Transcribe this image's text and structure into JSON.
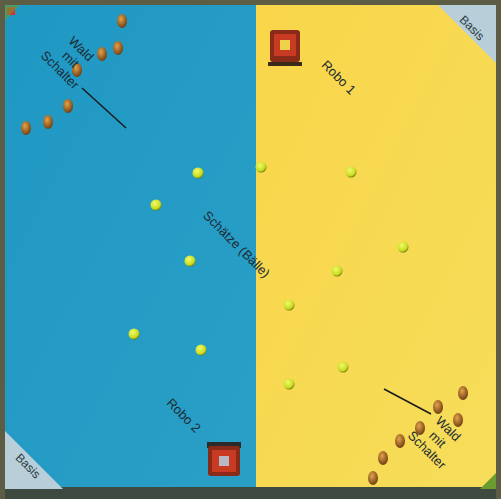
{
  "diagram": {
    "nodes": [
      {
        "text": [
          "Basis"
        ]
      },
      {
        "text": [
          "Basis"
        ]
      }
    ],
    "labels": [
      "Wald mit Schalter",
      "Robo 1",
      "Schätze (Bälle)",
      "Robo 2",
      "Wald mit Schalter"
    ]
  }
}
